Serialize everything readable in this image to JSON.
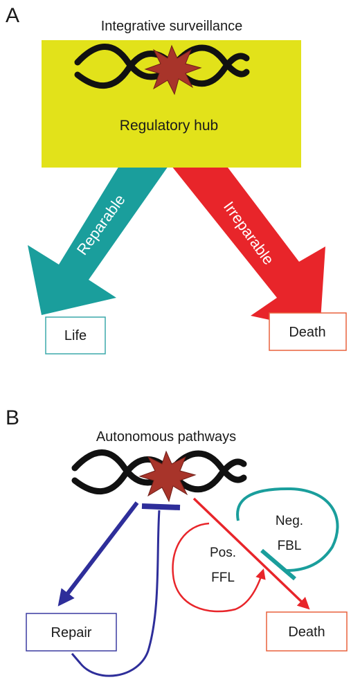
{
  "panel_a": {
    "letter": "A",
    "title": "Integrative surveillance",
    "hub_label": "Regulatory hub",
    "left_arrow_label": "Reparable",
    "right_arrow_label": "Irreparable",
    "left_outcome": "Life",
    "right_outcome": "Death"
  },
  "panel_b": {
    "letter": "B",
    "title": "Autonomous pathways",
    "pos_loop_line1": "Pos.",
    "pos_loop_line2": "FFL",
    "neg_loop_line1": "Neg.",
    "neg_loop_line2": "FBL",
    "left_outcome": "Repair",
    "right_outcome": "Death"
  },
  "colors": {
    "hub_yellow": "#e2e21a",
    "teal": "#1a9e9c",
    "red": "#e8252a",
    "blue": "#2e2e9a",
    "damage": "#a8342a",
    "box_teal": "#3aa8aa",
    "box_red": "#e8603c",
    "box_blue": "#3a3aa0"
  }
}
